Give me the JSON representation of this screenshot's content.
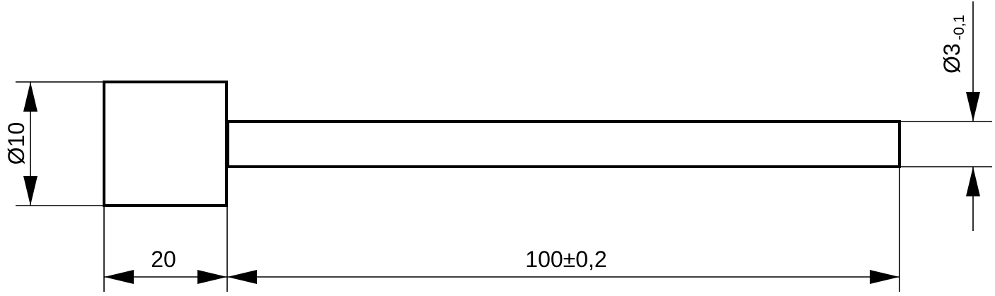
{
  "dimensions": {
    "head_diameter": "Ø10",
    "head_length": "20",
    "pin_length": "100±0,2",
    "pin_diameter": "Ø3",
    "pin_diameter_tolerance": "-0,1"
  },
  "colors": {
    "line": "#000000",
    "background": "#ffffff"
  }
}
